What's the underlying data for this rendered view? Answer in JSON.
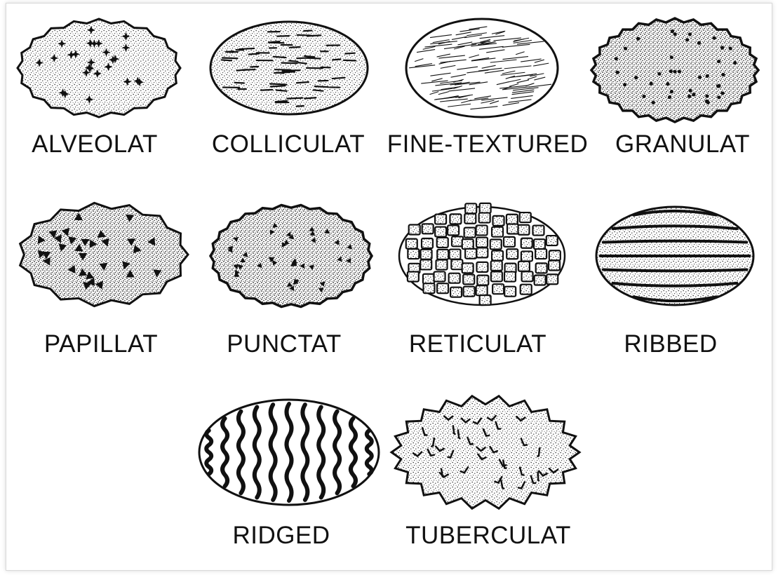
{
  "title": "",
  "colors": {
    "ink": "#111111",
    "paper": "#ffffff",
    "stipple": "#333333"
  },
  "textures": [
    {
      "label": "ALVEOLAT",
      "pattern": "star-pits"
    },
    {
      "label": "COLLICULAT",
      "pattern": "dashes"
    },
    {
      "label": "FINE-TEXTURED",
      "pattern": "fine-lines"
    },
    {
      "label": "GRANULAT",
      "pattern": "granules"
    },
    {
      "label": "PAPILLAT",
      "pattern": "papillae"
    },
    {
      "label": "PUNCTAT",
      "pattern": "punctures"
    },
    {
      "label": "RETICULAT",
      "pattern": "network"
    },
    {
      "label": "RIBBED",
      "pattern": "ribs"
    },
    {
      "label": "RIDGED",
      "pattern": "wavy-ridges"
    },
    {
      "label": "TUBERCULAT",
      "pattern": "spiky-tubercles"
    }
  ]
}
